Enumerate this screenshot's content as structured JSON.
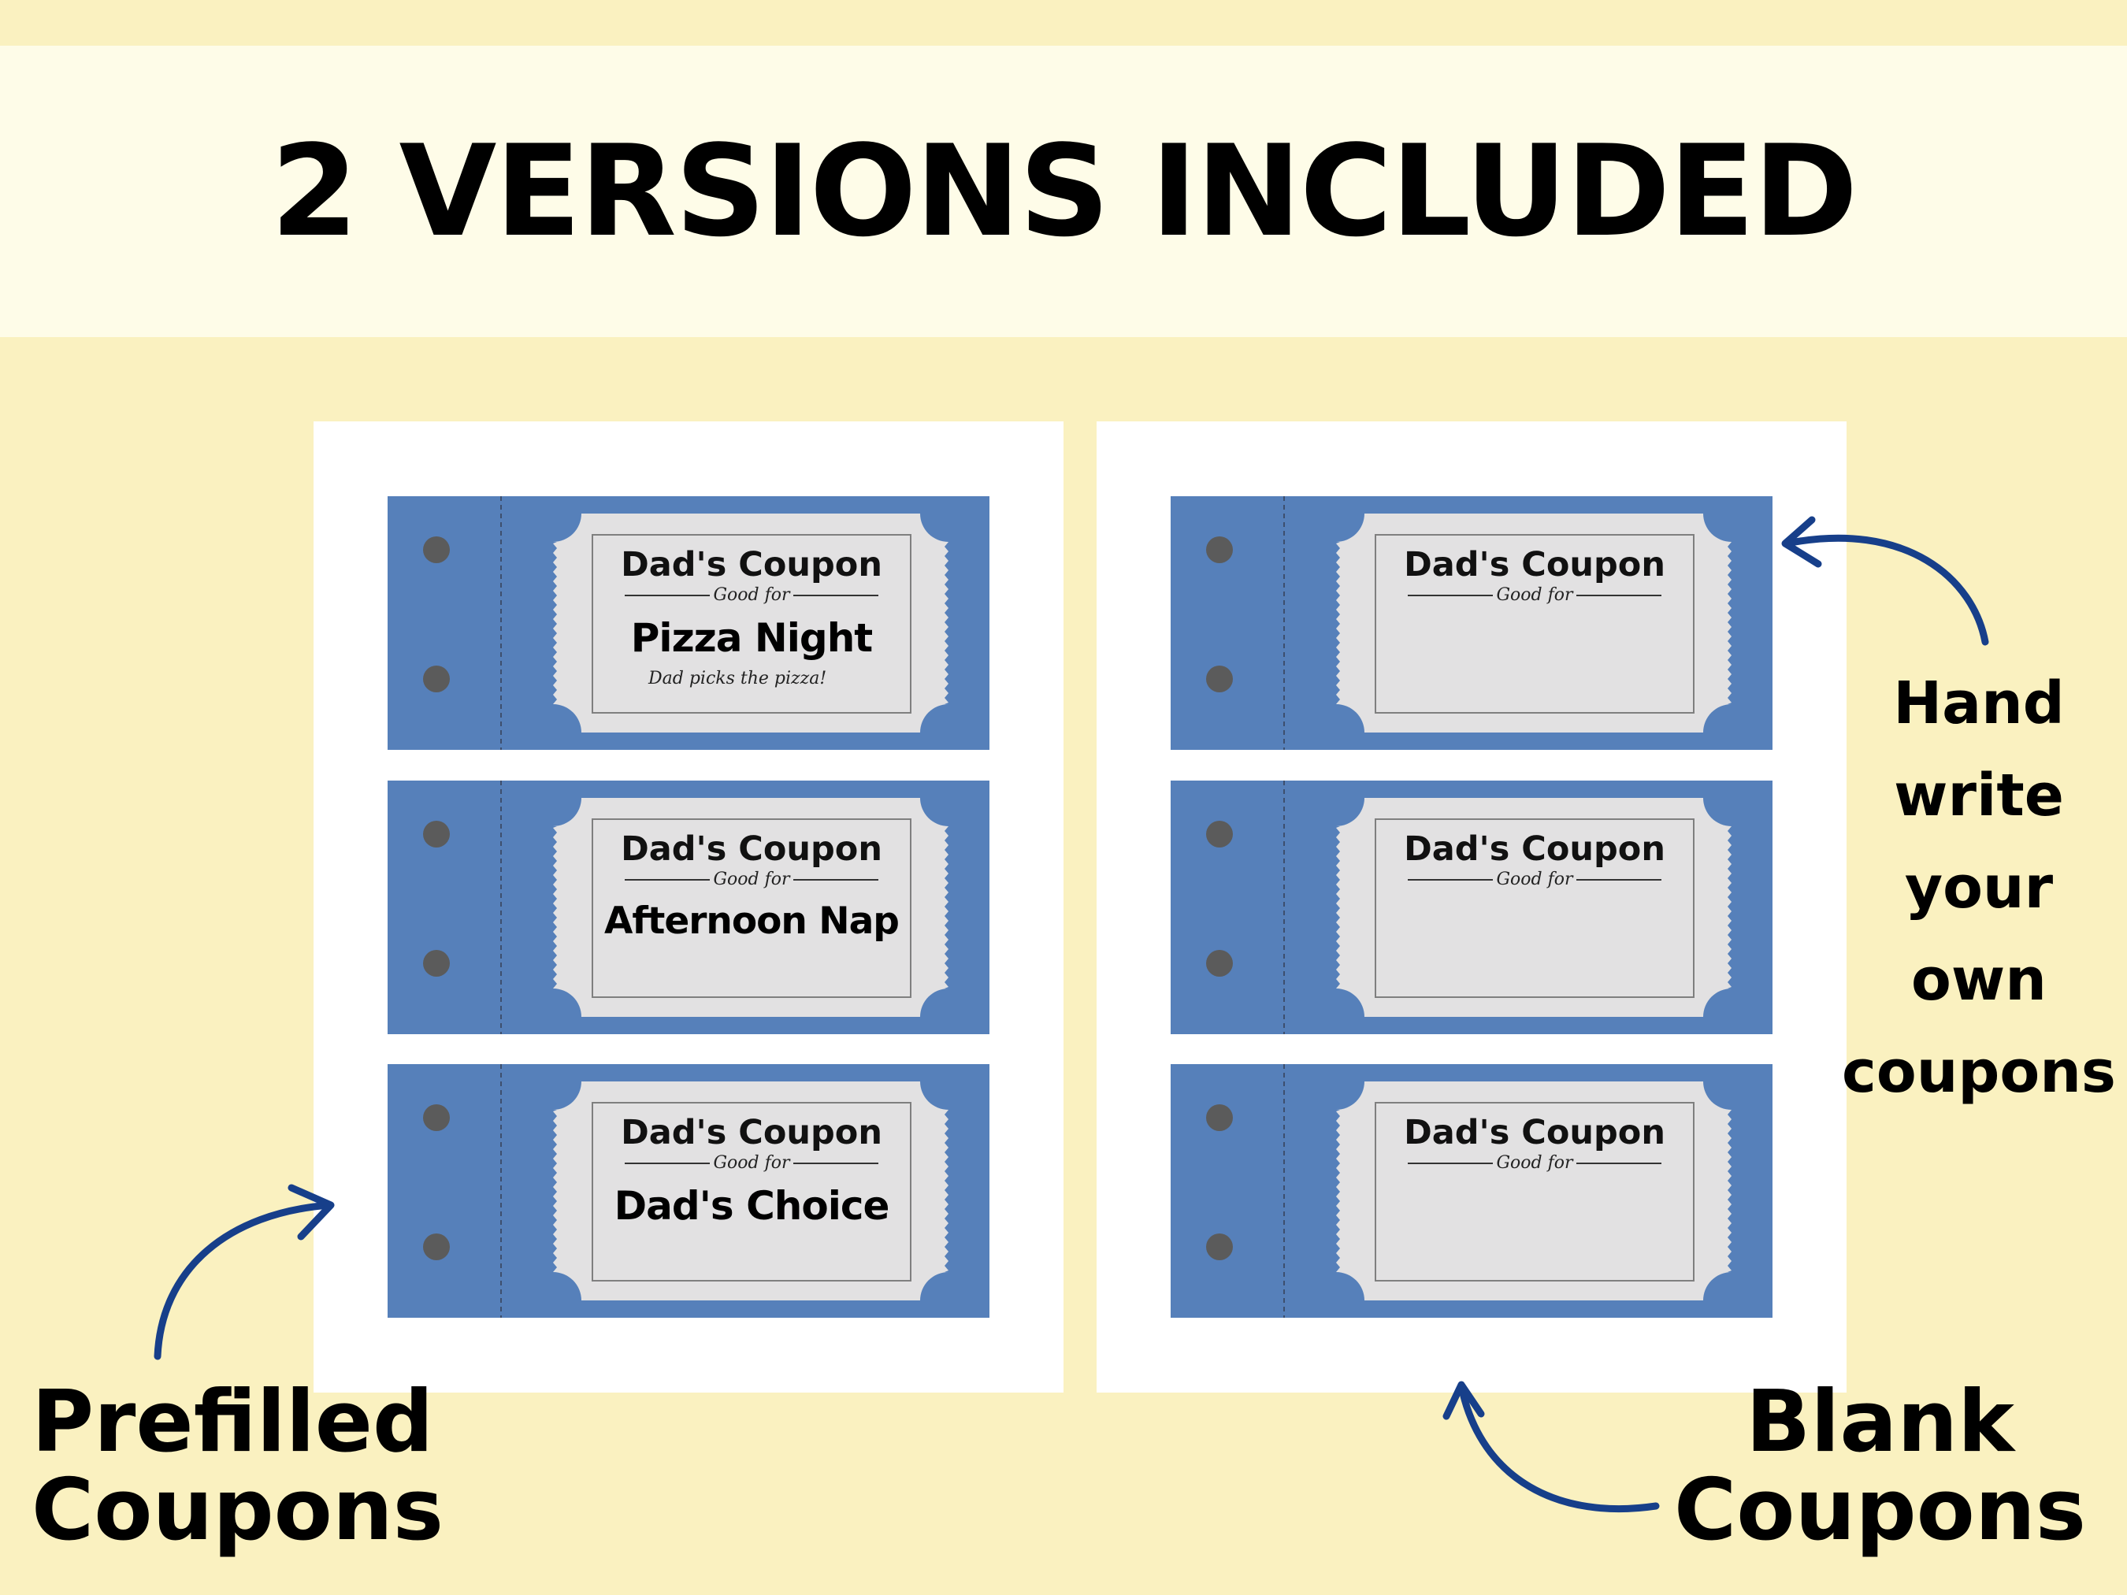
{
  "page": {
    "title": "2 VERSIONS INCLUDED"
  },
  "colors": {
    "background": "#faf1c0",
    "header_band": "#fefce8",
    "ticket_blue": "#5680ba",
    "ticket_inner": "#e2e1e2",
    "hole": "#5b5b5b",
    "arrow": "#173f8a"
  },
  "sheets": {
    "prefilled": {
      "coupons": [
        {
          "heading": "Dad's Coupon",
          "good_for": "Good for",
          "offer": "Pizza Night",
          "note": "Dad picks the pizza!"
        },
        {
          "heading": "Dad's Coupon",
          "good_for": "Good for",
          "offer": "Afternoon Nap",
          "note": ""
        },
        {
          "heading": "Dad's Coupon",
          "good_for": "Good for",
          "offer": "Dad's Choice",
          "note": ""
        }
      ]
    },
    "blank": {
      "coupons": [
        {
          "heading": "Dad's Coupon",
          "good_for": "Good for"
        },
        {
          "heading": "Dad's Coupon",
          "good_for": "Good for"
        },
        {
          "heading": "Dad's Coupon",
          "good_for": "Good for"
        }
      ]
    }
  },
  "labels": {
    "prefilled": [
      "Prefilled",
      "Coupons"
    ],
    "blank": [
      "Blank",
      "Coupons"
    ],
    "handwrite": [
      "Hand",
      "write",
      "your",
      "own",
      "coupons"
    ]
  },
  "icons": [
    "arrow-icon",
    "ticket-icon",
    "punch-hole-icon"
  ]
}
